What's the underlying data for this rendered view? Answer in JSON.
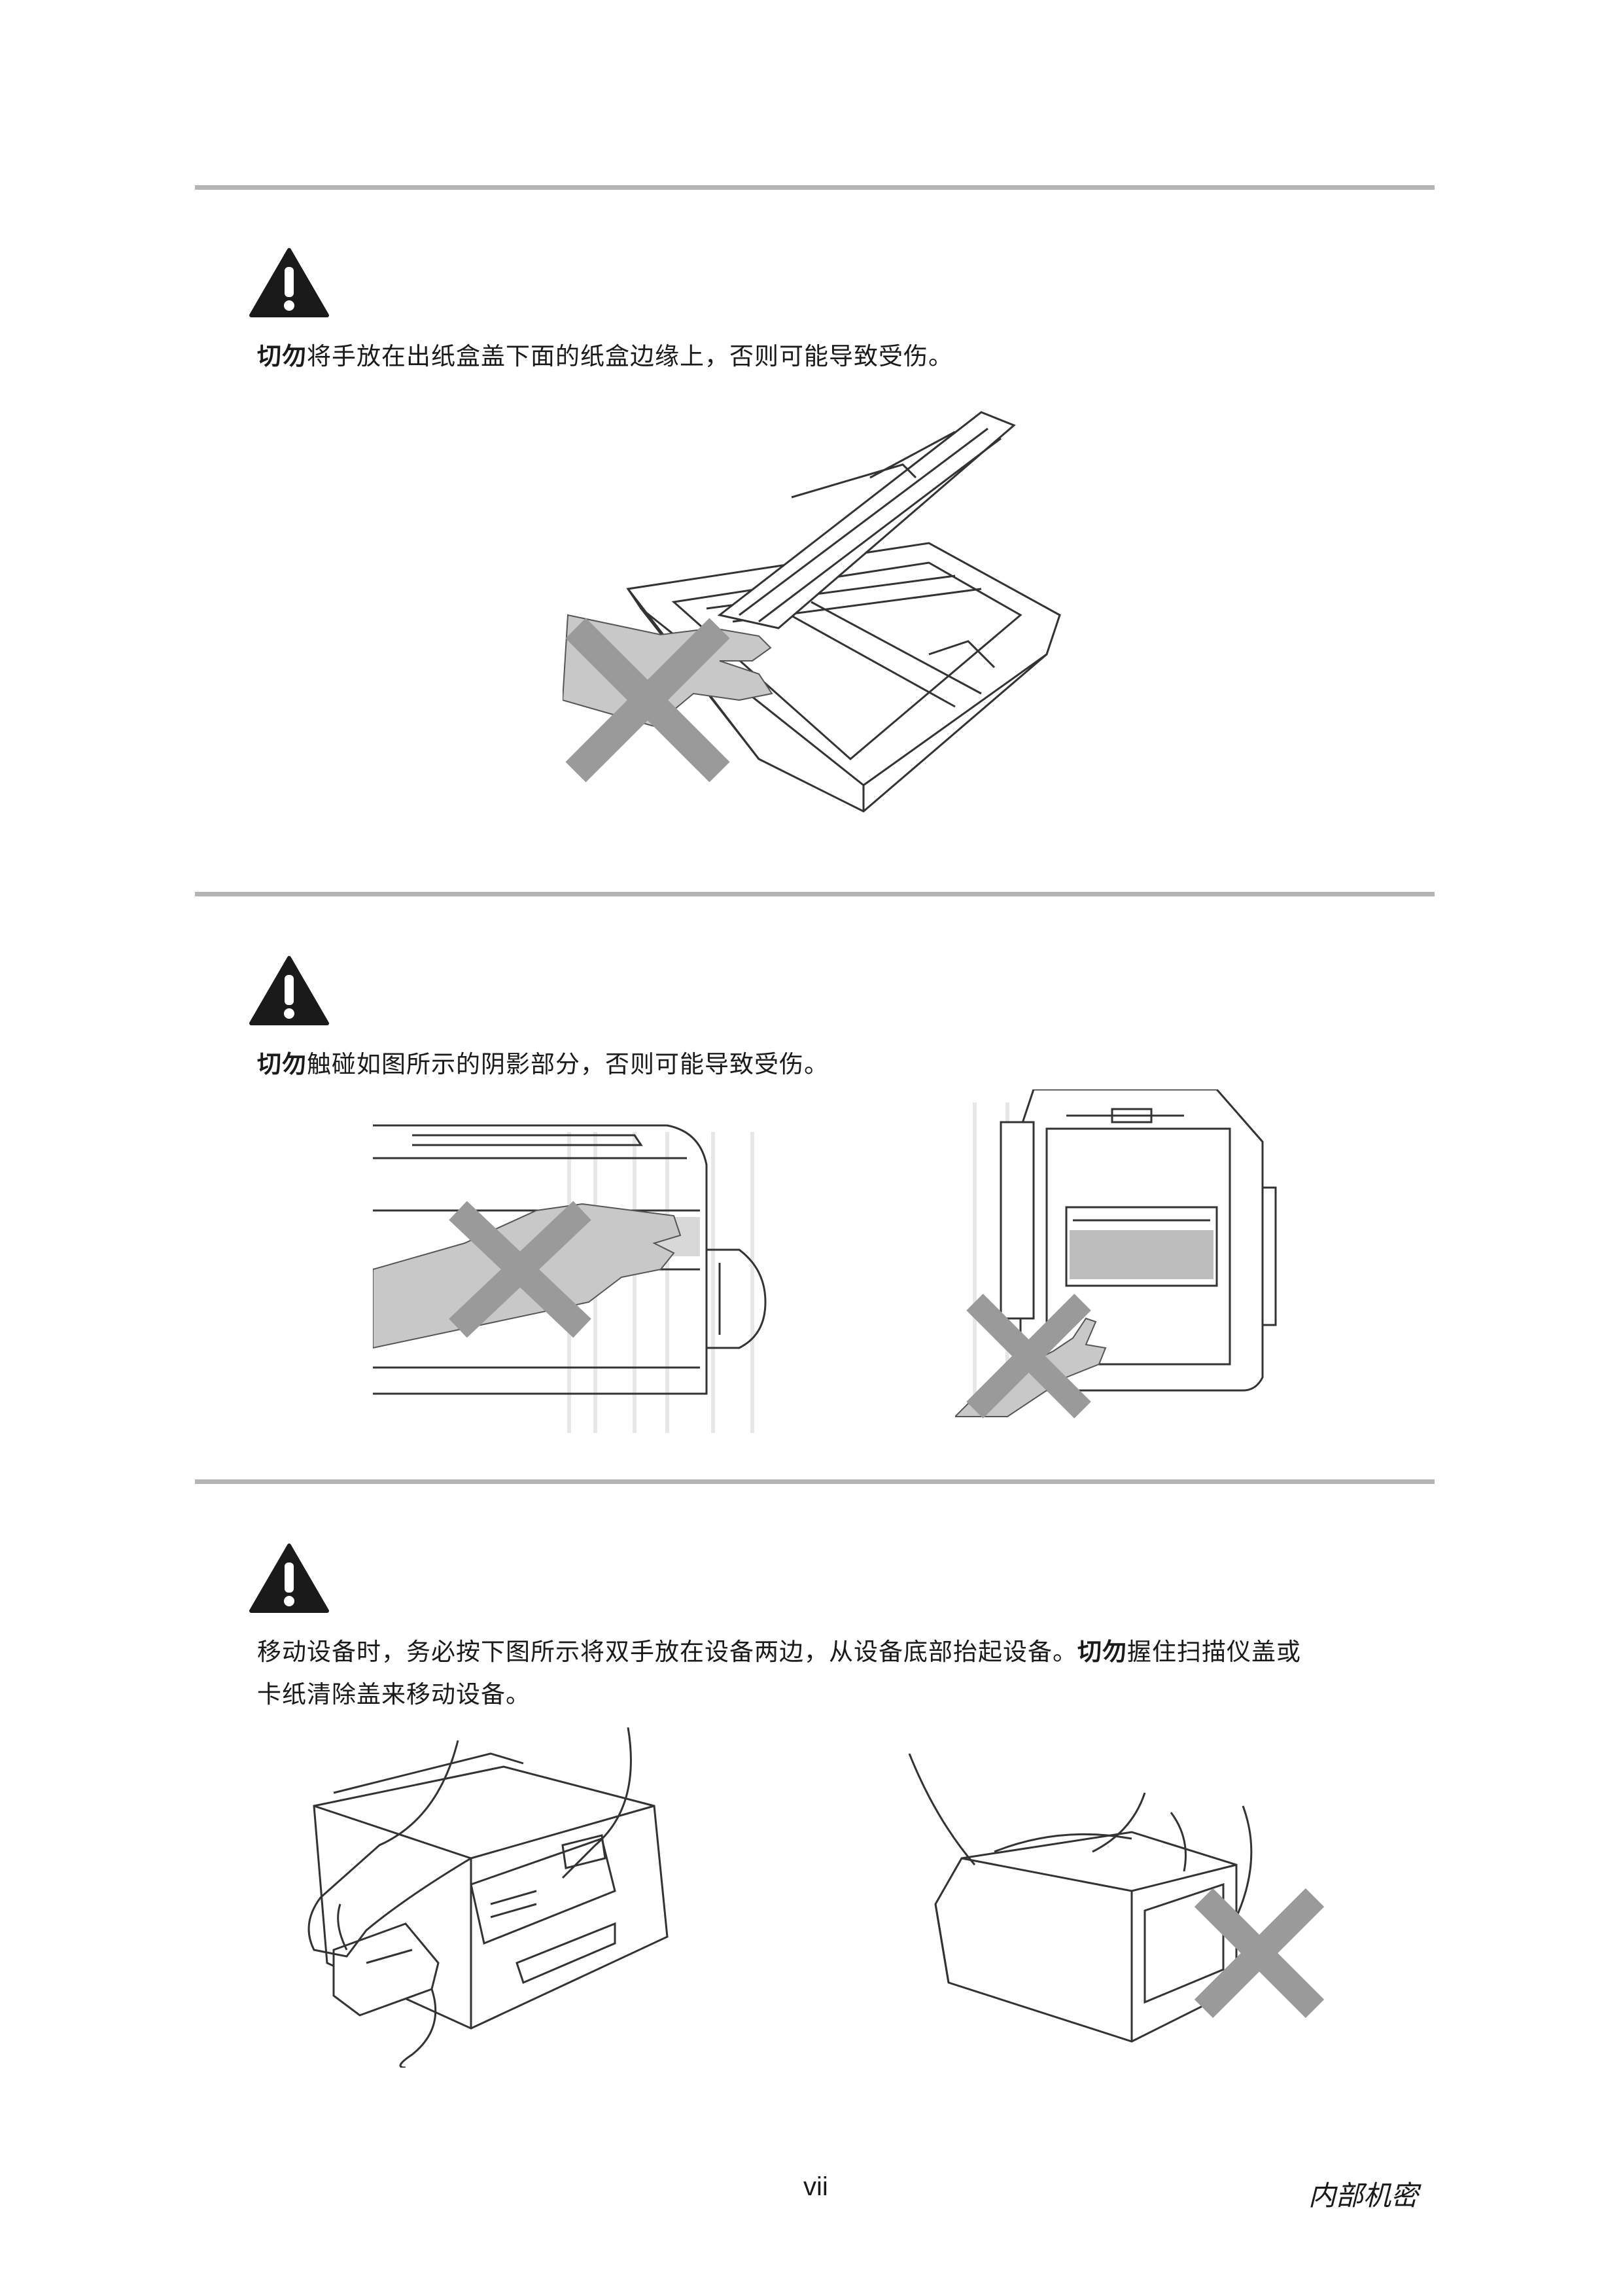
{
  "sections": [
    {
      "bold": "切勿",
      "text": "将手放在出纸盒盖下面的纸盒边缘上，否则可能导致受伤。"
    },
    {
      "bold": "切勿",
      "text": "触碰如图所示的阴影部分，否则可能导致受伤。"
    },
    {
      "line1_text": "移动设备时，务必按下图所示将双手放在设备两边，从设备底部抬起设备。",
      "line1_bold": "切勿",
      "line1_tail": "握住扫描仪盖或",
      "line2_text": "卡纸清除盖来移动设备。"
    }
  ],
  "footer": {
    "page_number": "vii",
    "confidential": "内部机密"
  },
  "colors": {
    "rule": "#b4b4b4",
    "warning": "#1a1a1a",
    "cross": "#9a9a9a",
    "shade": "#c8c8c8"
  }
}
